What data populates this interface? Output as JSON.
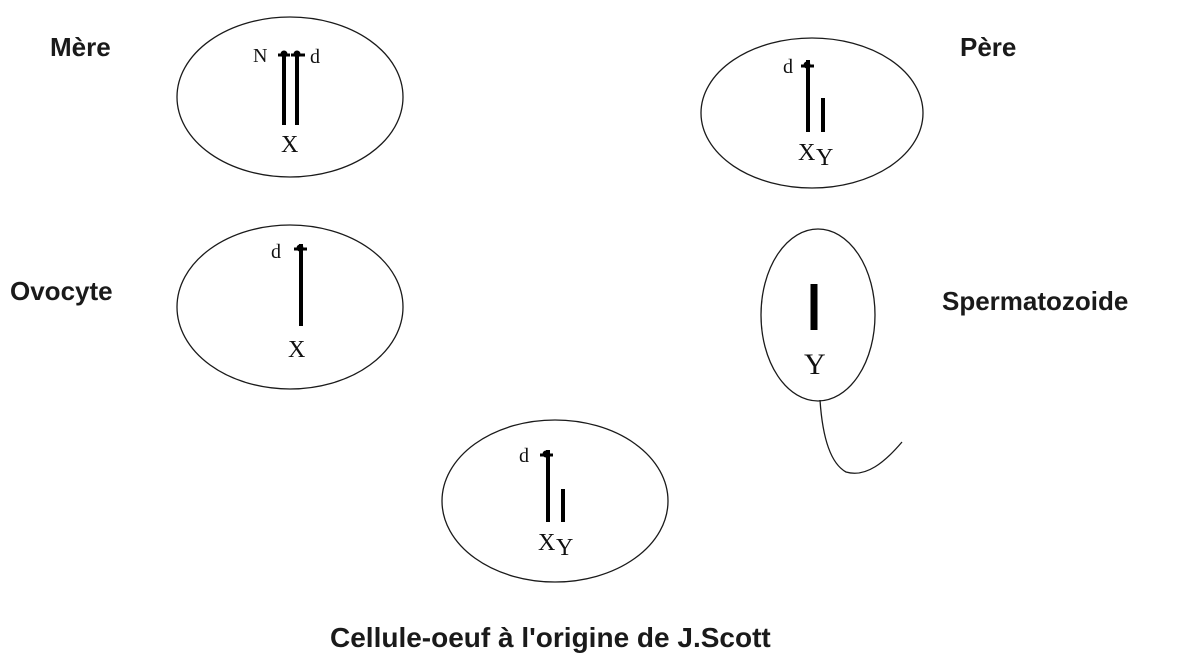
{
  "labels": {
    "mother": "Mère",
    "father": "Père",
    "oocyte": "Ovocyte",
    "sperm": "Spermatozoide",
    "caption": "Cellule-oeuf à l'origine de J.Scott"
  },
  "mother_cell": {
    "allele_left": "N",
    "allele_right": "d",
    "chromosome": "X"
  },
  "father_cell": {
    "allele": "d",
    "chromosome_x": "X",
    "chromosome_y": "Y"
  },
  "oocyte_cell": {
    "allele": "d",
    "chromosome": "X"
  },
  "sperm_cell": {
    "chromosome": "Y"
  },
  "zygote_cell": {
    "allele": "d",
    "chromosome_x": "X",
    "chromosome_y": "Y"
  }
}
